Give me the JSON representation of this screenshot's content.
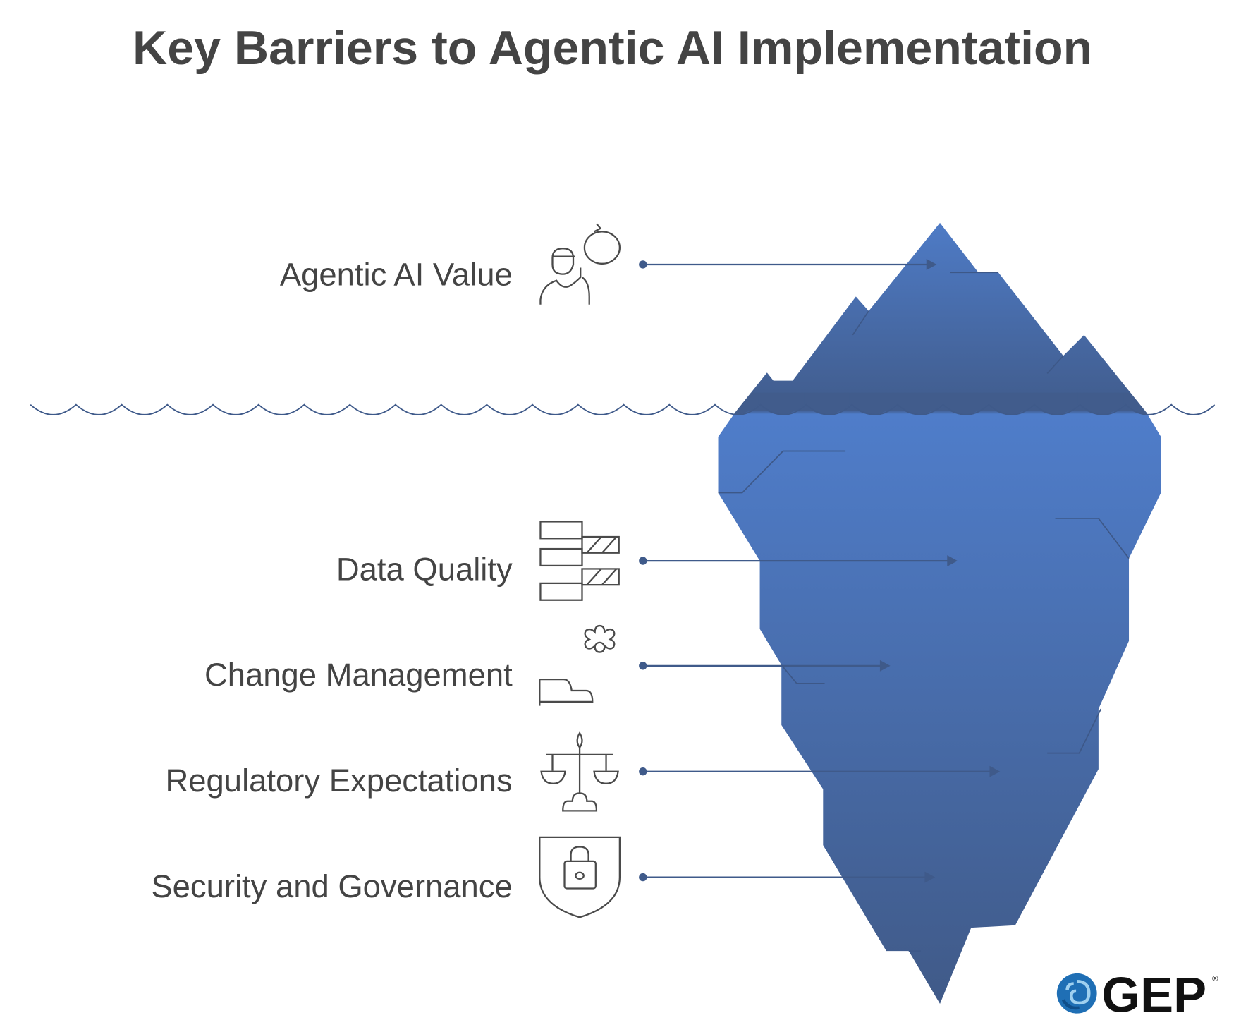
{
  "title": "Key Barriers to Agentic AI Implementation",
  "colors": {
    "text": "#444444",
    "iceberg_light": "#4f7dc8",
    "iceberg_dark": "#405a88",
    "line": "#3f5a8a",
    "icon": "#4a4a4a",
    "logo_blue": "#1f6fb5"
  },
  "items": [
    {
      "label": "Agentic AI Value",
      "icon": "person-refresh-icon",
      "zone": "above-water"
    },
    {
      "label": "Data Quality",
      "icon": "data-blocks-icon",
      "zone": "below-water"
    },
    {
      "label": "Change Management",
      "icon": "gear-hand-icon",
      "zone": "below-water"
    },
    {
      "label": "Regulatory Expectations",
      "icon": "scales-icon",
      "zone": "below-water"
    },
    {
      "label": "Security and Governance",
      "icon": "shield-lock-icon",
      "zone": "below-water"
    }
  ],
  "logo": {
    "text": "GEP",
    "mark": "®"
  }
}
